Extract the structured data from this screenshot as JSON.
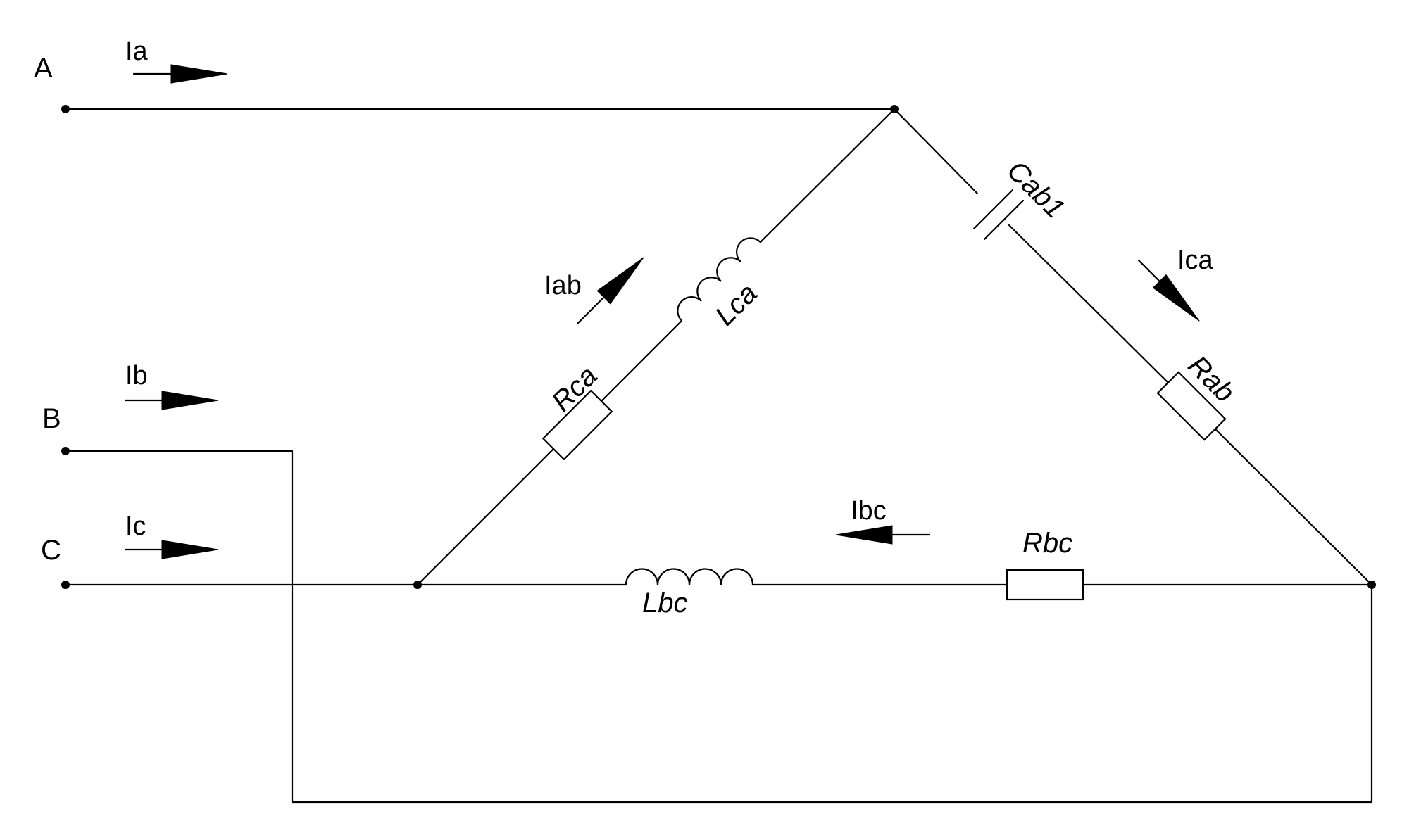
{
  "terminals": {
    "a": "A",
    "b": "B",
    "c": "C"
  },
  "currents": {
    "ia": "Ia",
    "ib": "Ib",
    "ic": "Ic",
    "iab": "Iab",
    "ica": "Ica",
    "ibc": "Ibc"
  },
  "components": {
    "cab1": "Cab1",
    "rab": "Rab",
    "lca": "Lca",
    "rca": "Rca",
    "lbc": "Lbc",
    "rbc": "Rbc"
  }
}
